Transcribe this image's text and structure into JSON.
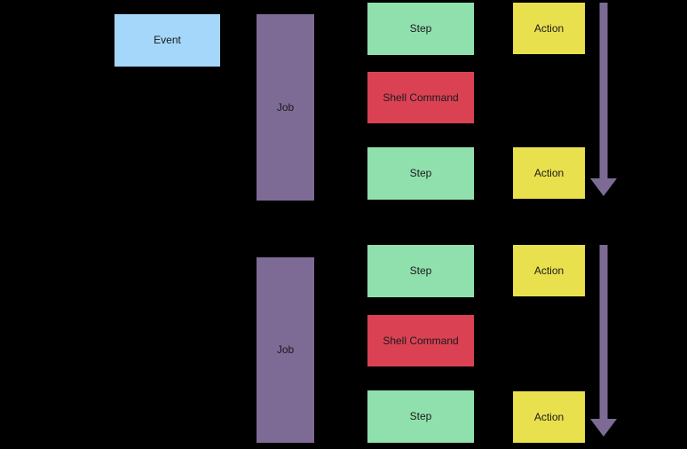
{
  "diagram": {
    "colors": {
      "background": "#000000",
      "event-fill": "#a4d7fa",
      "job-fill": "#7d6b95",
      "step-fill": "#90e0ad",
      "shell-fill": "#da4254",
      "action-fill": "#e9e04d",
      "arrow": "#7d6b95",
      "label": "#1a1a1a"
    },
    "event": {
      "label": "Event"
    },
    "jobs": [
      {
        "label": "Job",
        "steps": [
          {
            "kind": "step",
            "label": "Step"
          },
          {
            "kind": "shell-command",
            "label": "Shell Command"
          },
          {
            "kind": "step",
            "label": "Step"
          }
        ],
        "actions": [
          {
            "label": "Action"
          },
          {
            "label": "Action"
          }
        ]
      },
      {
        "label": "Job",
        "steps": [
          {
            "kind": "step",
            "label": "Step"
          },
          {
            "kind": "shell-command",
            "label": "Shell Command"
          },
          {
            "kind": "step",
            "label": "Step"
          }
        ],
        "actions": [
          {
            "label": "Action"
          },
          {
            "label": "Action"
          }
        ]
      }
    ]
  }
}
